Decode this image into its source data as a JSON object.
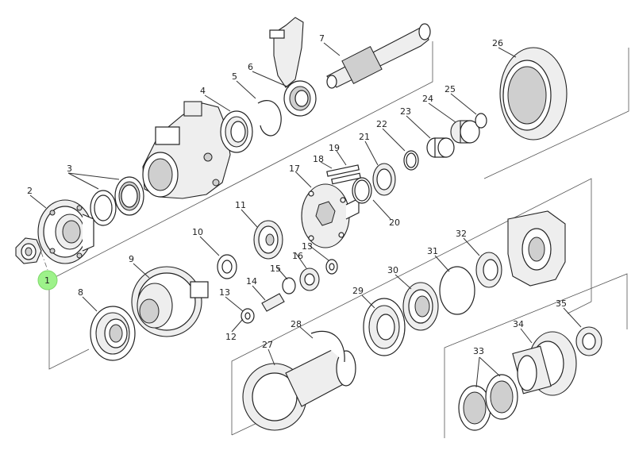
{
  "callouts": [
    {
      "id": "1",
      "label": "1",
      "highlighted": true
    },
    {
      "id": "2",
      "label": "2"
    },
    {
      "id": "3",
      "label": "3"
    },
    {
      "id": "4",
      "label": "4"
    },
    {
      "id": "5",
      "label": "5"
    },
    {
      "id": "6",
      "label": "6"
    },
    {
      "id": "7",
      "label": "7"
    },
    {
      "id": "8",
      "label": "8"
    },
    {
      "id": "9",
      "label": "9"
    },
    {
      "id": "10",
      "label": "10"
    },
    {
      "id": "11",
      "label": "11"
    },
    {
      "id": "12",
      "label": "12"
    },
    {
      "id": "13a",
      "label": "13"
    },
    {
      "id": "13b",
      "label": "13"
    },
    {
      "id": "14",
      "label": "14"
    },
    {
      "id": "15",
      "label": "15"
    },
    {
      "id": "16",
      "label": "16"
    },
    {
      "id": "17",
      "label": "17"
    },
    {
      "id": "18",
      "label": "18"
    },
    {
      "id": "19",
      "label": "19"
    },
    {
      "id": "20",
      "label": "20"
    },
    {
      "id": "21",
      "label": "21"
    },
    {
      "id": "22",
      "label": "22"
    },
    {
      "id": "23",
      "label": "23"
    },
    {
      "id": "24",
      "label": "24"
    },
    {
      "id": "25",
      "label": "25"
    },
    {
      "id": "26",
      "label": "26"
    },
    {
      "id": "27",
      "label": "27"
    },
    {
      "id": "28",
      "label": "28"
    },
    {
      "id": "29",
      "label": "29"
    },
    {
      "id": "30",
      "label": "30"
    },
    {
      "id": "31",
      "label": "31"
    },
    {
      "id": "32",
      "label": "32"
    },
    {
      "id": "33",
      "label": "33"
    },
    {
      "id": "34",
      "label": "34"
    },
    {
      "id": "35",
      "label": "35"
    }
  ],
  "colors": {
    "highlight": "#9df28a",
    "line": "#333333",
    "background": "#ffffff"
  }
}
